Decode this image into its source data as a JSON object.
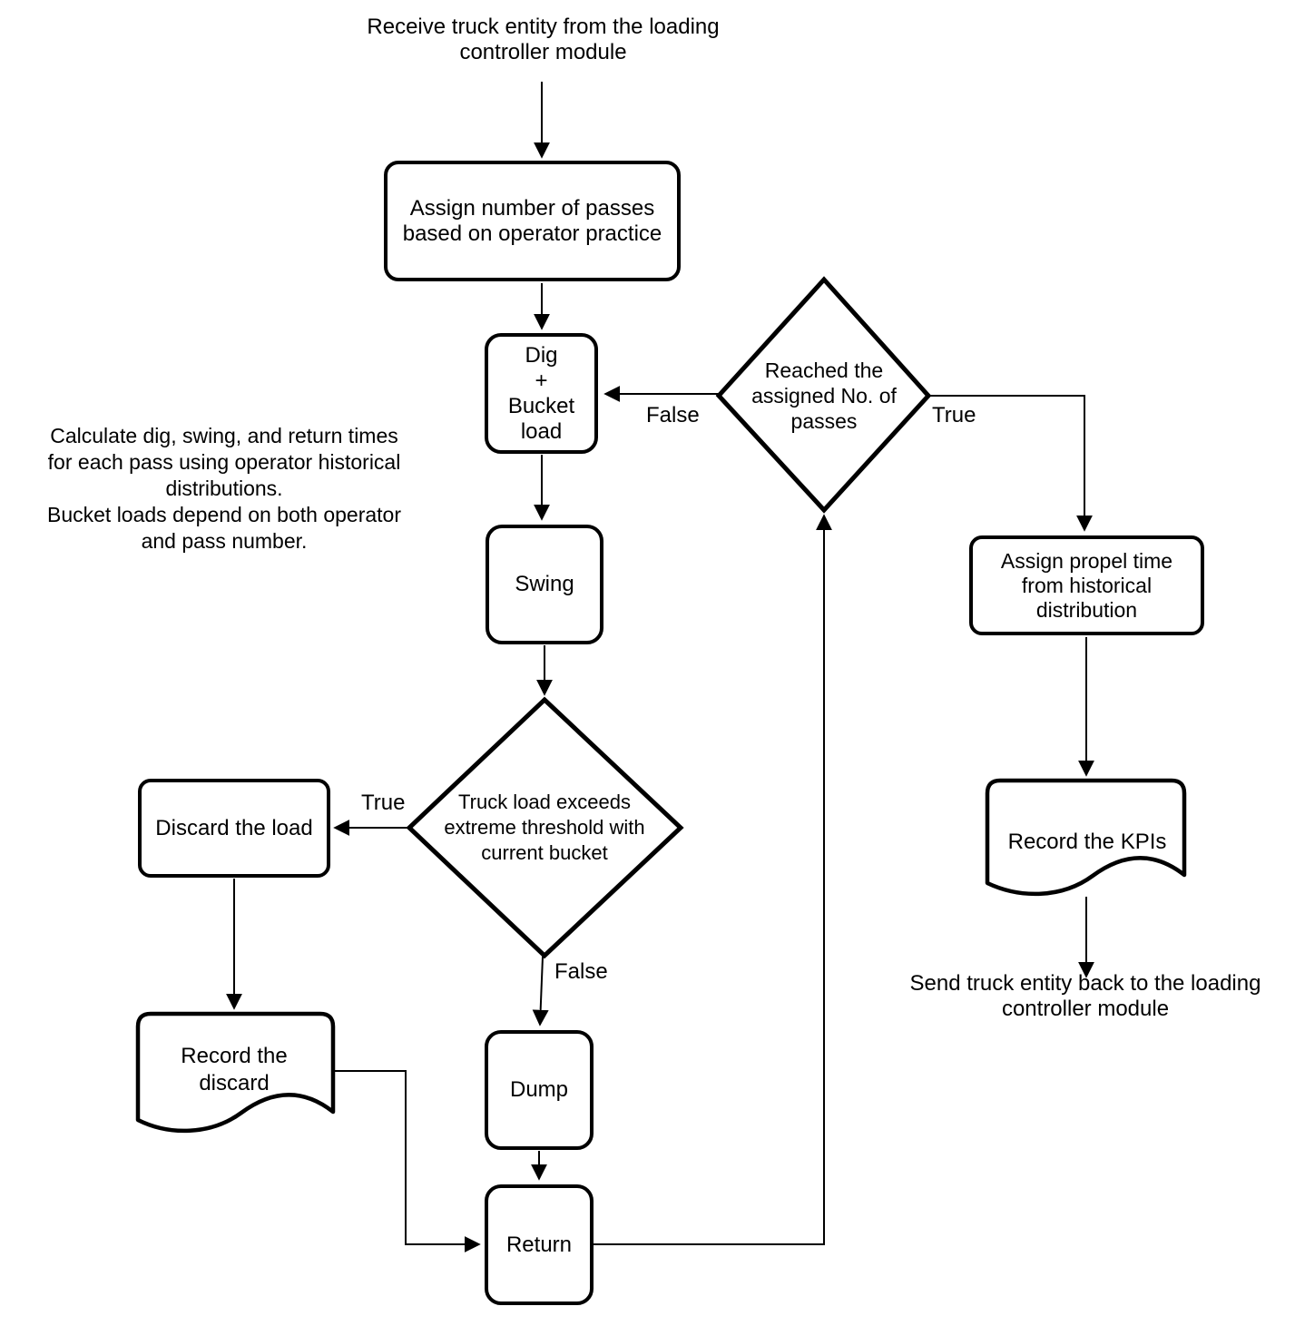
{
  "colors": {
    "background": "#ffffff",
    "line": "#000000",
    "text": "#000000"
  },
  "nodes": {
    "start_label": "Receive truck entity from the loading\ncontroller module",
    "assign_passes": "Assign number of passes\nbased on operator practice",
    "dig_bucket": "Dig\n+\nBucket\nload",
    "swing": "Swing",
    "reached_passes": "Reached the\nassigned No. of\npasses",
    "truck_load_exceeds": "Truck load exceeds\nextreme threshold with\ncurrent bucket",
    "discard_load": "Discard the load",
    "record_discard": "Record the\ndiscard",
    "dump": "Dump",
    "return": "Return",
    "assign_propel": "Assign propel time\nfrom historical\ndistribution",
    "record_kpis": "Record the KPIs",
    "end_label": "Send truck entity back to the loading\ncontroller module",
    "side_note": "Calculate dig, swing, and return times\nfor each pass using operator historical\ndistributions.\nBucket loads depend on both operator\nand pass number."
  },
  "edge_labels": {
    "reached_false": "False",
    "reached_true": "True",
    "exceeds_true": "True",
    "exceeds_false": "False"
  }
}
